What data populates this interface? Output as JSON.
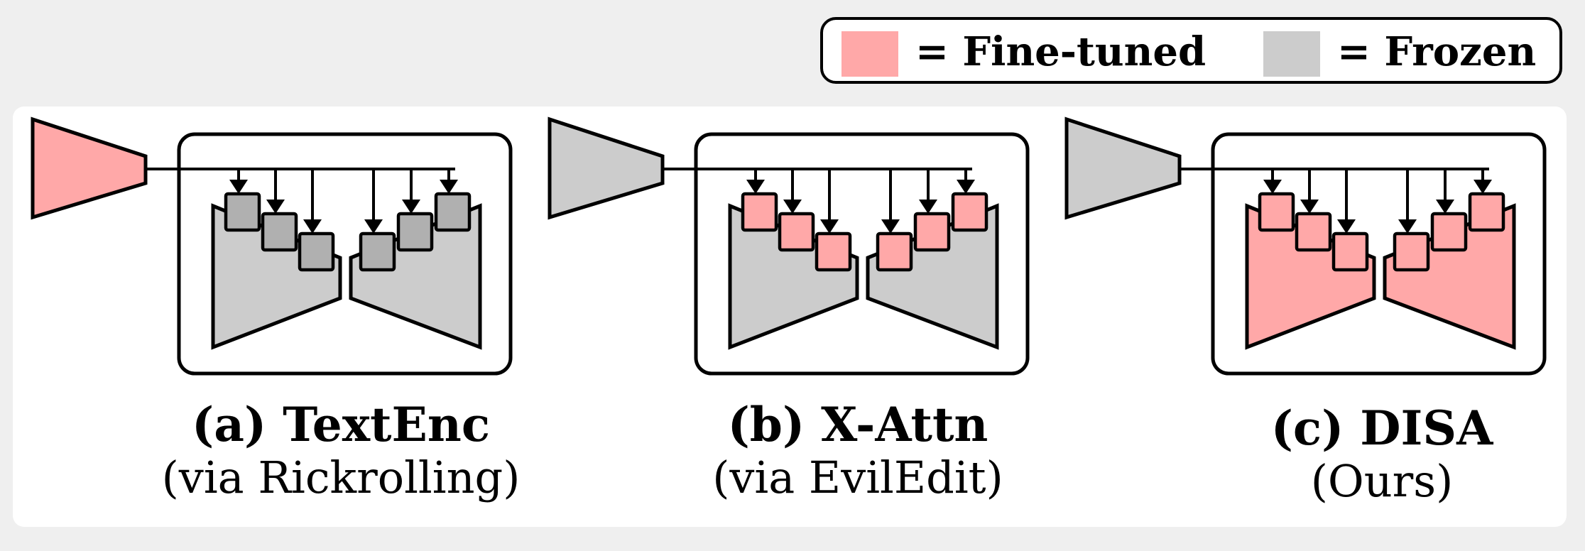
{
  "colors": {
    "fine_tuned": "#ffa8a8",
    "frozen": "#cccccc",
    "block_frozen": "#b0b0b0",
    "outline": "#000000"
  },
  "legend": {
    "fine_tuned_label": "= Fine-tuned",
    "frozen_label": "= Frozen"
  },
  "panels": [
    {
      "id": "a",
      "title": "(a) TextEnc",
      "subtitle": "(via Rickrolling)",
      "encoder": "fine_tuned",
      "unet": "frozen",
      "attn_blocks": "frozen"
    },
    {
      "id": "b",
      "title": "(b) X-Attn",
      "subtitle": "(via EvilEdit)",
      "encoder": "frozen",
      "unet": "frozen",
      "attn_blocks": "fine_tuned"
    },
    {
      "id": "c",
      "title": "(c) DISA",
      "subtitle": "(Ours)",
      "encoder": "frozen",
      "unet": "fine_tuned",
      "attn_blocks": "fine_tuned"
    }
  ]
}
